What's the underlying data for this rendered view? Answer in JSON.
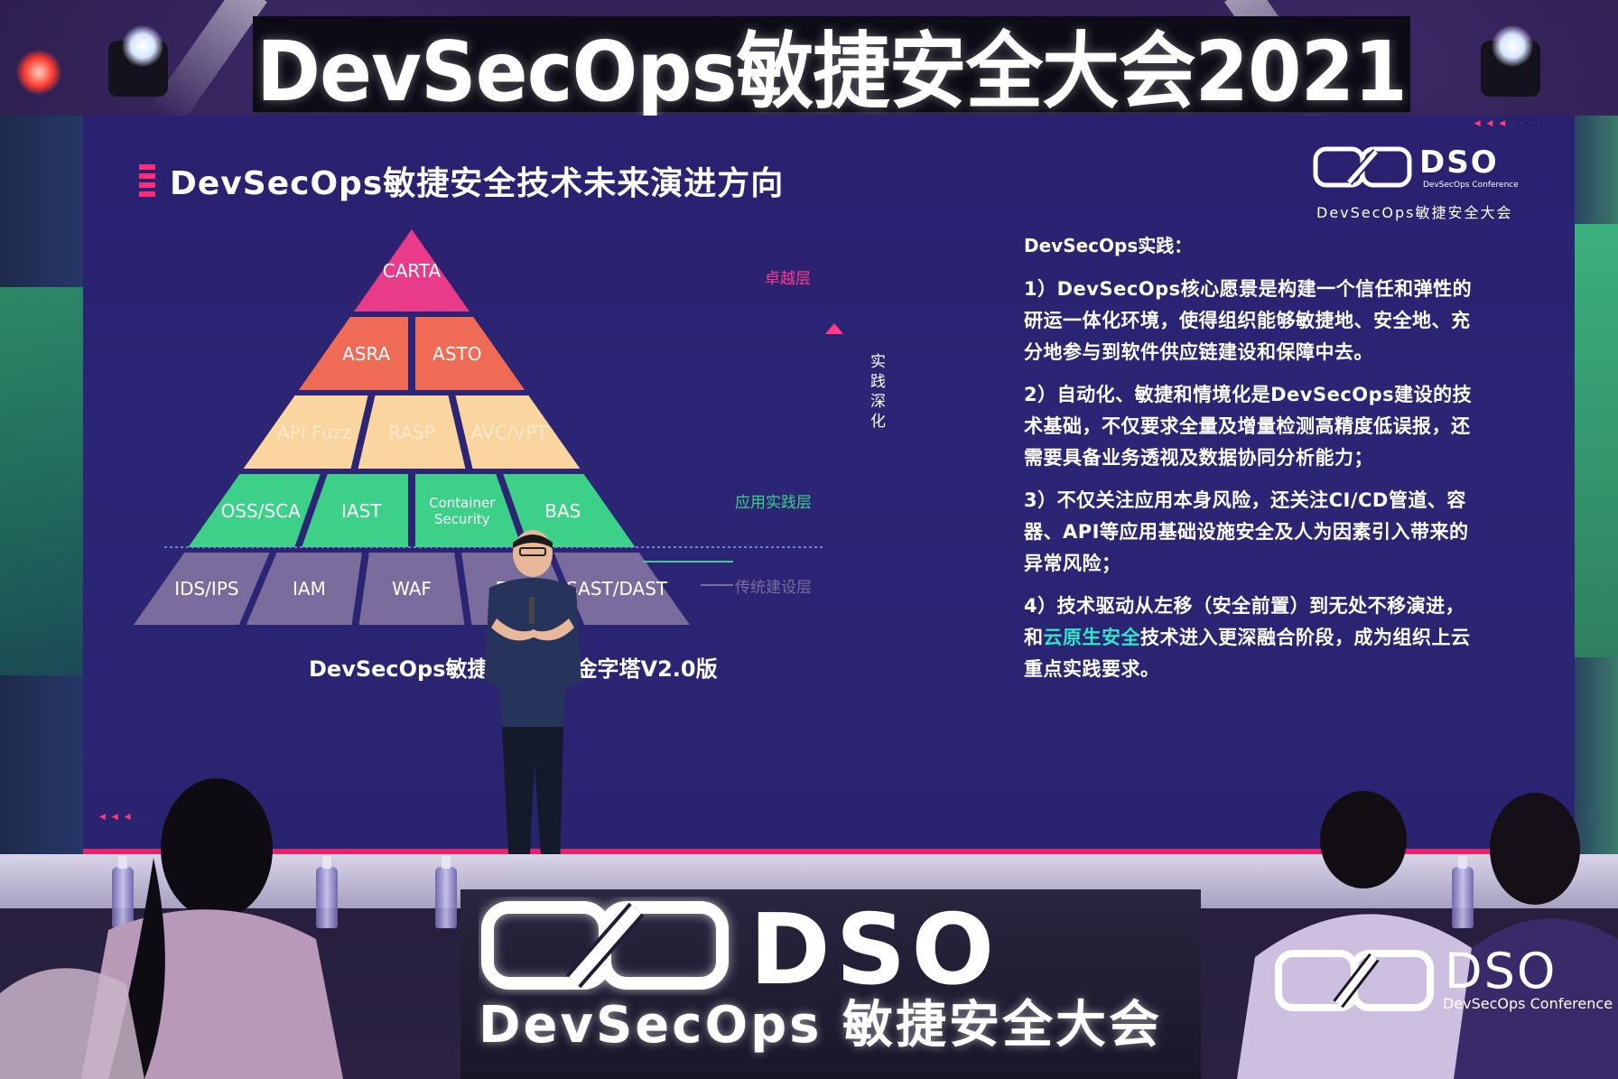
{
  "banner": {
    "text": "DevSecOps敏捷安全大会2021"
  },
  "slide": {
    "title": "DevSecOps敏捷安全技术未来演进方向",
    "logo": {
      "mark_icon": "dso-logo-icon",
      "text": "DSO",
      "sub": "DevSecOps Conference",
      "cn": "DevSecOps敏捷安全大会"
    },
    "pyramid": {
      "rows": [
        {
          "items": [
            "CARTA"
          ],
          "color": "#ea3b8a"
        },
        {
          "items": [
            "ASRA",
            "ASTO"
          ],
          "color": "#f06b56"
        },
        {
          "items": [
            "API Fuzz",
            "RASP",
            "AVC/VPT"
          ],
          "color": "#fbd5a0"
        },
        {
          "items": [
            "OSS/SCA",
            "IAST",
            "Container Security",
            "BAS"
          ],
          "color": "#3cd088"
        },
        {
          "items": [
            "IDS/IPS",
            "IAM",
            "WAF",
            "EDR",
            "SAST/DAST"
          ],
          "color": "#7a6c9c"
        }
      ],
      "caption": "DevSecOps敏捷安全技术金字塔V2.0版"
    },
    "layers": {
      "top": {
        "label": "卓越层",
        "color": "#ff3b8a"
      },
      "middle": {
        "label": "应用实践层",
        "color": "#3cd088"
      },
      "bottom": {
        "label": "传统建设层",
        "color": "#7a6c9c"
      },
      "arrow_label": "实践深化"
    },
    "practice": {
      "heading": "DevSecOps实践：",
      "items": [
        {
          "text": "1）DevSecOps核心愿景是构建一个信任和弹性的研运一体化环境，使得组织能够敏捷地、安全地、充分地参与到软件供应链建设和保障中去。"
        },
        {
          "text": "2）自动化、敏捷和情境化是DevSecOps建设的技术基础，不仅要求全量及增量检测高精度低误报，还需要具备业务透视及数据协同分析能力；"
        },
        {
          "text": "3）不仅关注应用本身风险，还关注CI/CD管道、容器、API等应用基础设施安全及人为因素引入带来的异常风险；"
        },
        {
          "pre": "4）技术驱动从左移（安全前置）到无处不移演进，和",
          "highlight": "云原生安全",
          "post": "技术进入更深融合阶段，成为组织上云重点实践要求。"
        }
      ]
    }
  },
  "stage": {
    "front_sign": {
      "dso": "DSO",
      "text": "DevSecOps 敏捷安全大会"
    },
    "corner_logo": {
      "dso": "DSO",
      "sub": "DevSecOps Conference"
    }
  },
  "colors": {
    "screen_bg": "#2a2170",
    "accent_pink": "#e5246e",
    "highlight_teal": "#35e3c8"
  }
}
